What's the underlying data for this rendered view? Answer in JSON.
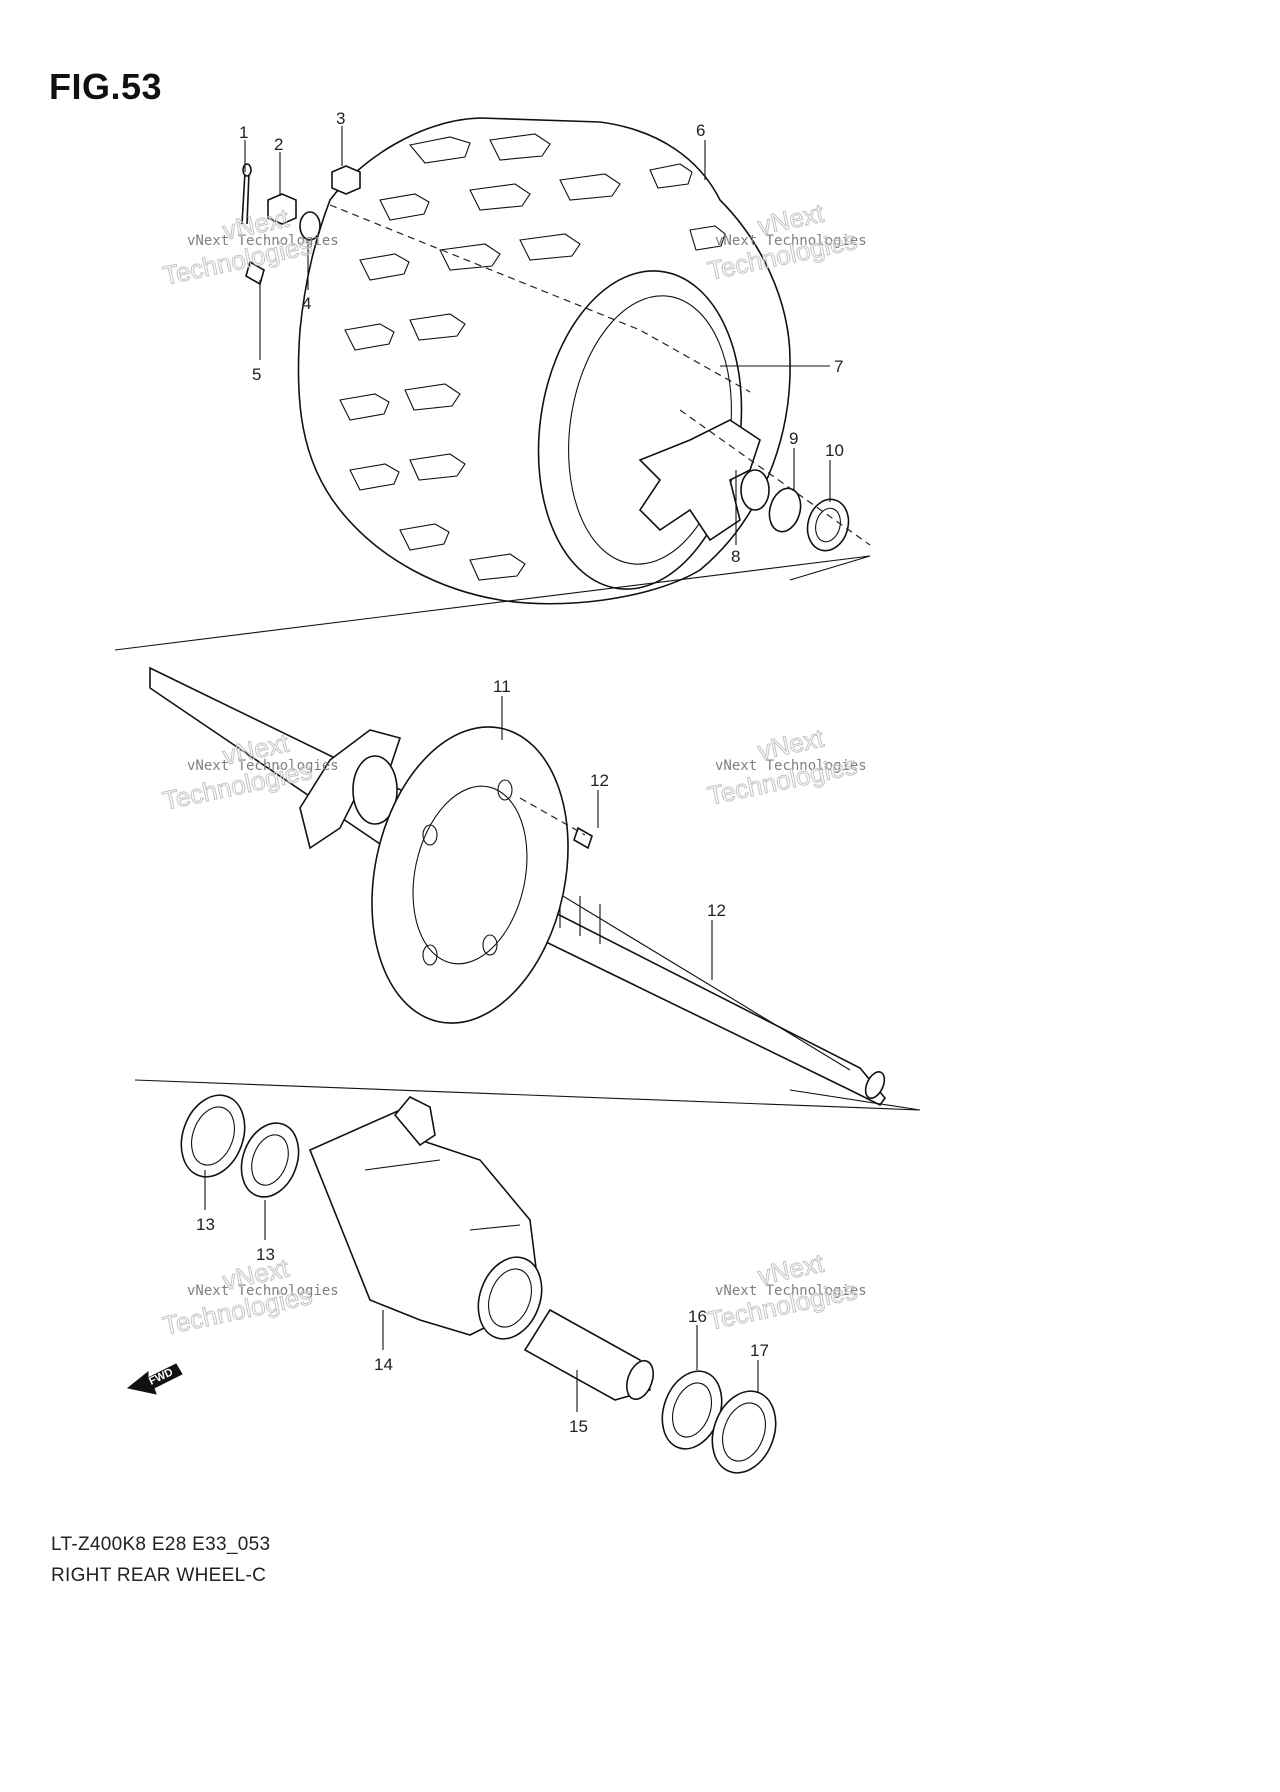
{
  "figure": {
    "title": "FIG.53",
    "model_code": "LT-Z400K8 E28 E33_053",
    "name": "RIGHT REAR WHEEL-C"
  },
  "callouts": [
    "1",
    "2",
    "3",
    "4",
    "5",
    "6",
    "7",
    "8",
    "9",
    "10",
    "11",
    "12",
    "12",
    "13",
    "13",
    "14",
    "15",
    "16",
    "17"
  ],
  "watermark": {
    "line1": "vNext Technologies",
    "line2": "Technologies",
    "line3": "vNext"
  },
  "forward_arrow": {
    "label": "FWD"
  }
}
